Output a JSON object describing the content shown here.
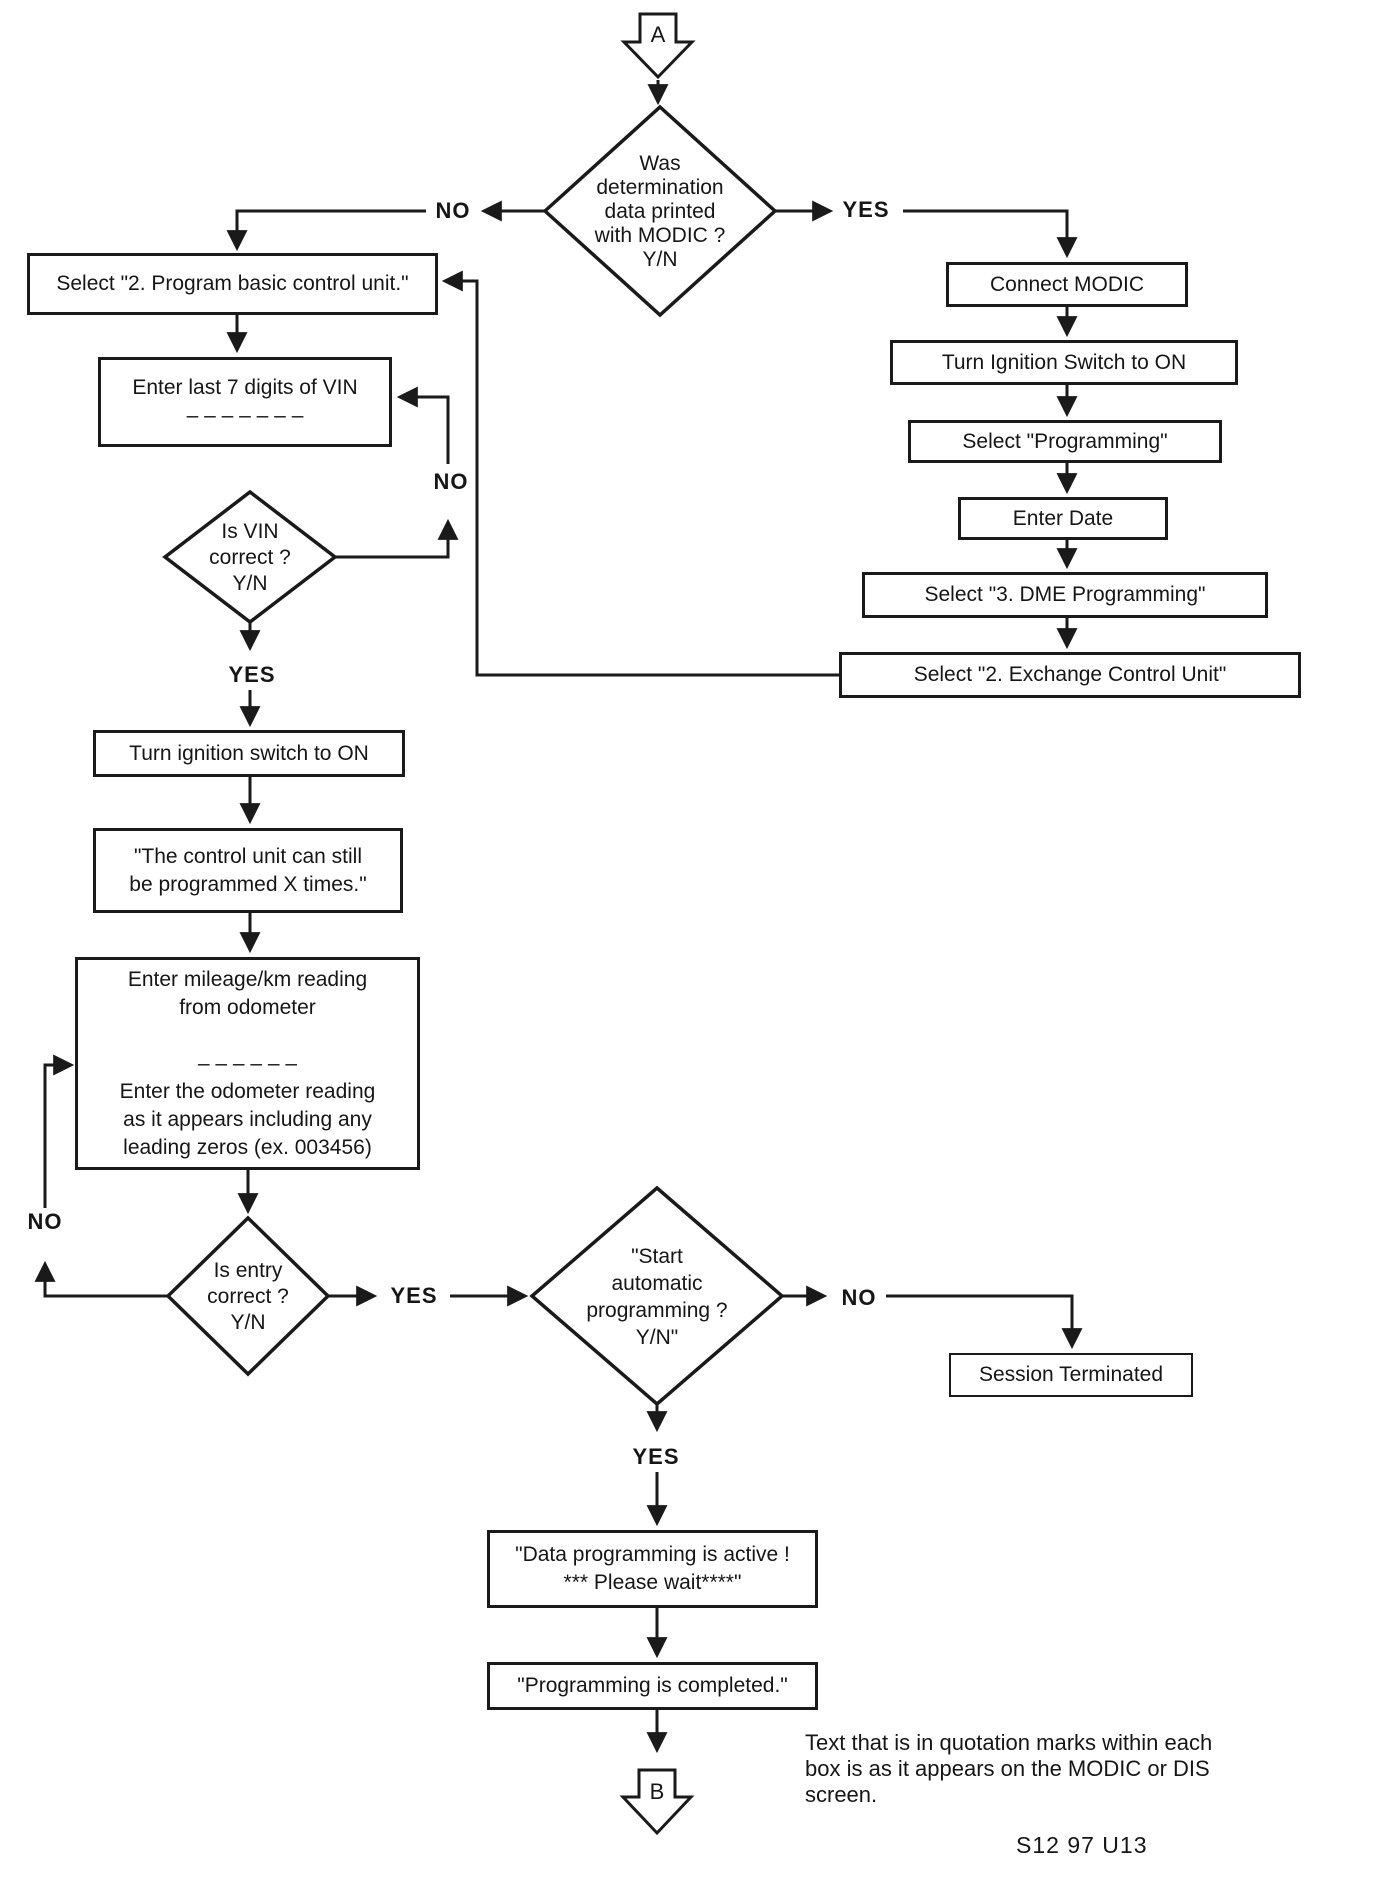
{
  "figure": {
    "note": "Text that is in quotation marks within each\nbox is as it appears on the MODIC or DIS\nscreen.",
    "code": "S12 97 U13"
  },
  "connectors": {
    "entry": "A",
    "exit": "B"
  },
  "branch": {
    "yes": "YES",
    "no": "NO"
  },
  "decisions": {
    "printed": "Was\ndetermination\ndata printed\nwith MODIC ?\nY/N",
    "vin": "Is VIN\ncorrect ?\nY/N",
    "entry": "Is entry\ncorrect ?\nY/N",
    "start": "\"Start\nautomatic\nprogramming ?\nY/N\""
  },
  "steps": {
    "program_basic": "Select \"2. Program basic control unit.\"",
    "enter_vin": "Enter last 7 digits of VIN\n– – – – – – –",
    "ignition_left": "Turn ignition switch to ON",
    "can_program": "\"The control unit can still\nbe programmed X times.\"",
    "mileage": "Enter mileage/km reading\nfrom odometer\n\n– – – – – –\nEnter the odometer reading\nas it appears including any\nleading zeros (ex. 003456)",
    "connect_modic": "Connect MODIC",
    "ignition_right": "Turn Ignition Switch to ON",
    "select_programming": "Select \"Programming\"",
    "enter_date": "Enter Date",
    "dme_programming": "Select \"3. DME Programming\"",
    "exchange_unit": "Select \"2. Exchange Control Unit\"",
    "session_terminated": "Session Terminated",
    "data_active": "\"Data programming is active !\n*** Please wait****\"",
    "completed": "\"Programming is completed.\""
  }
}
